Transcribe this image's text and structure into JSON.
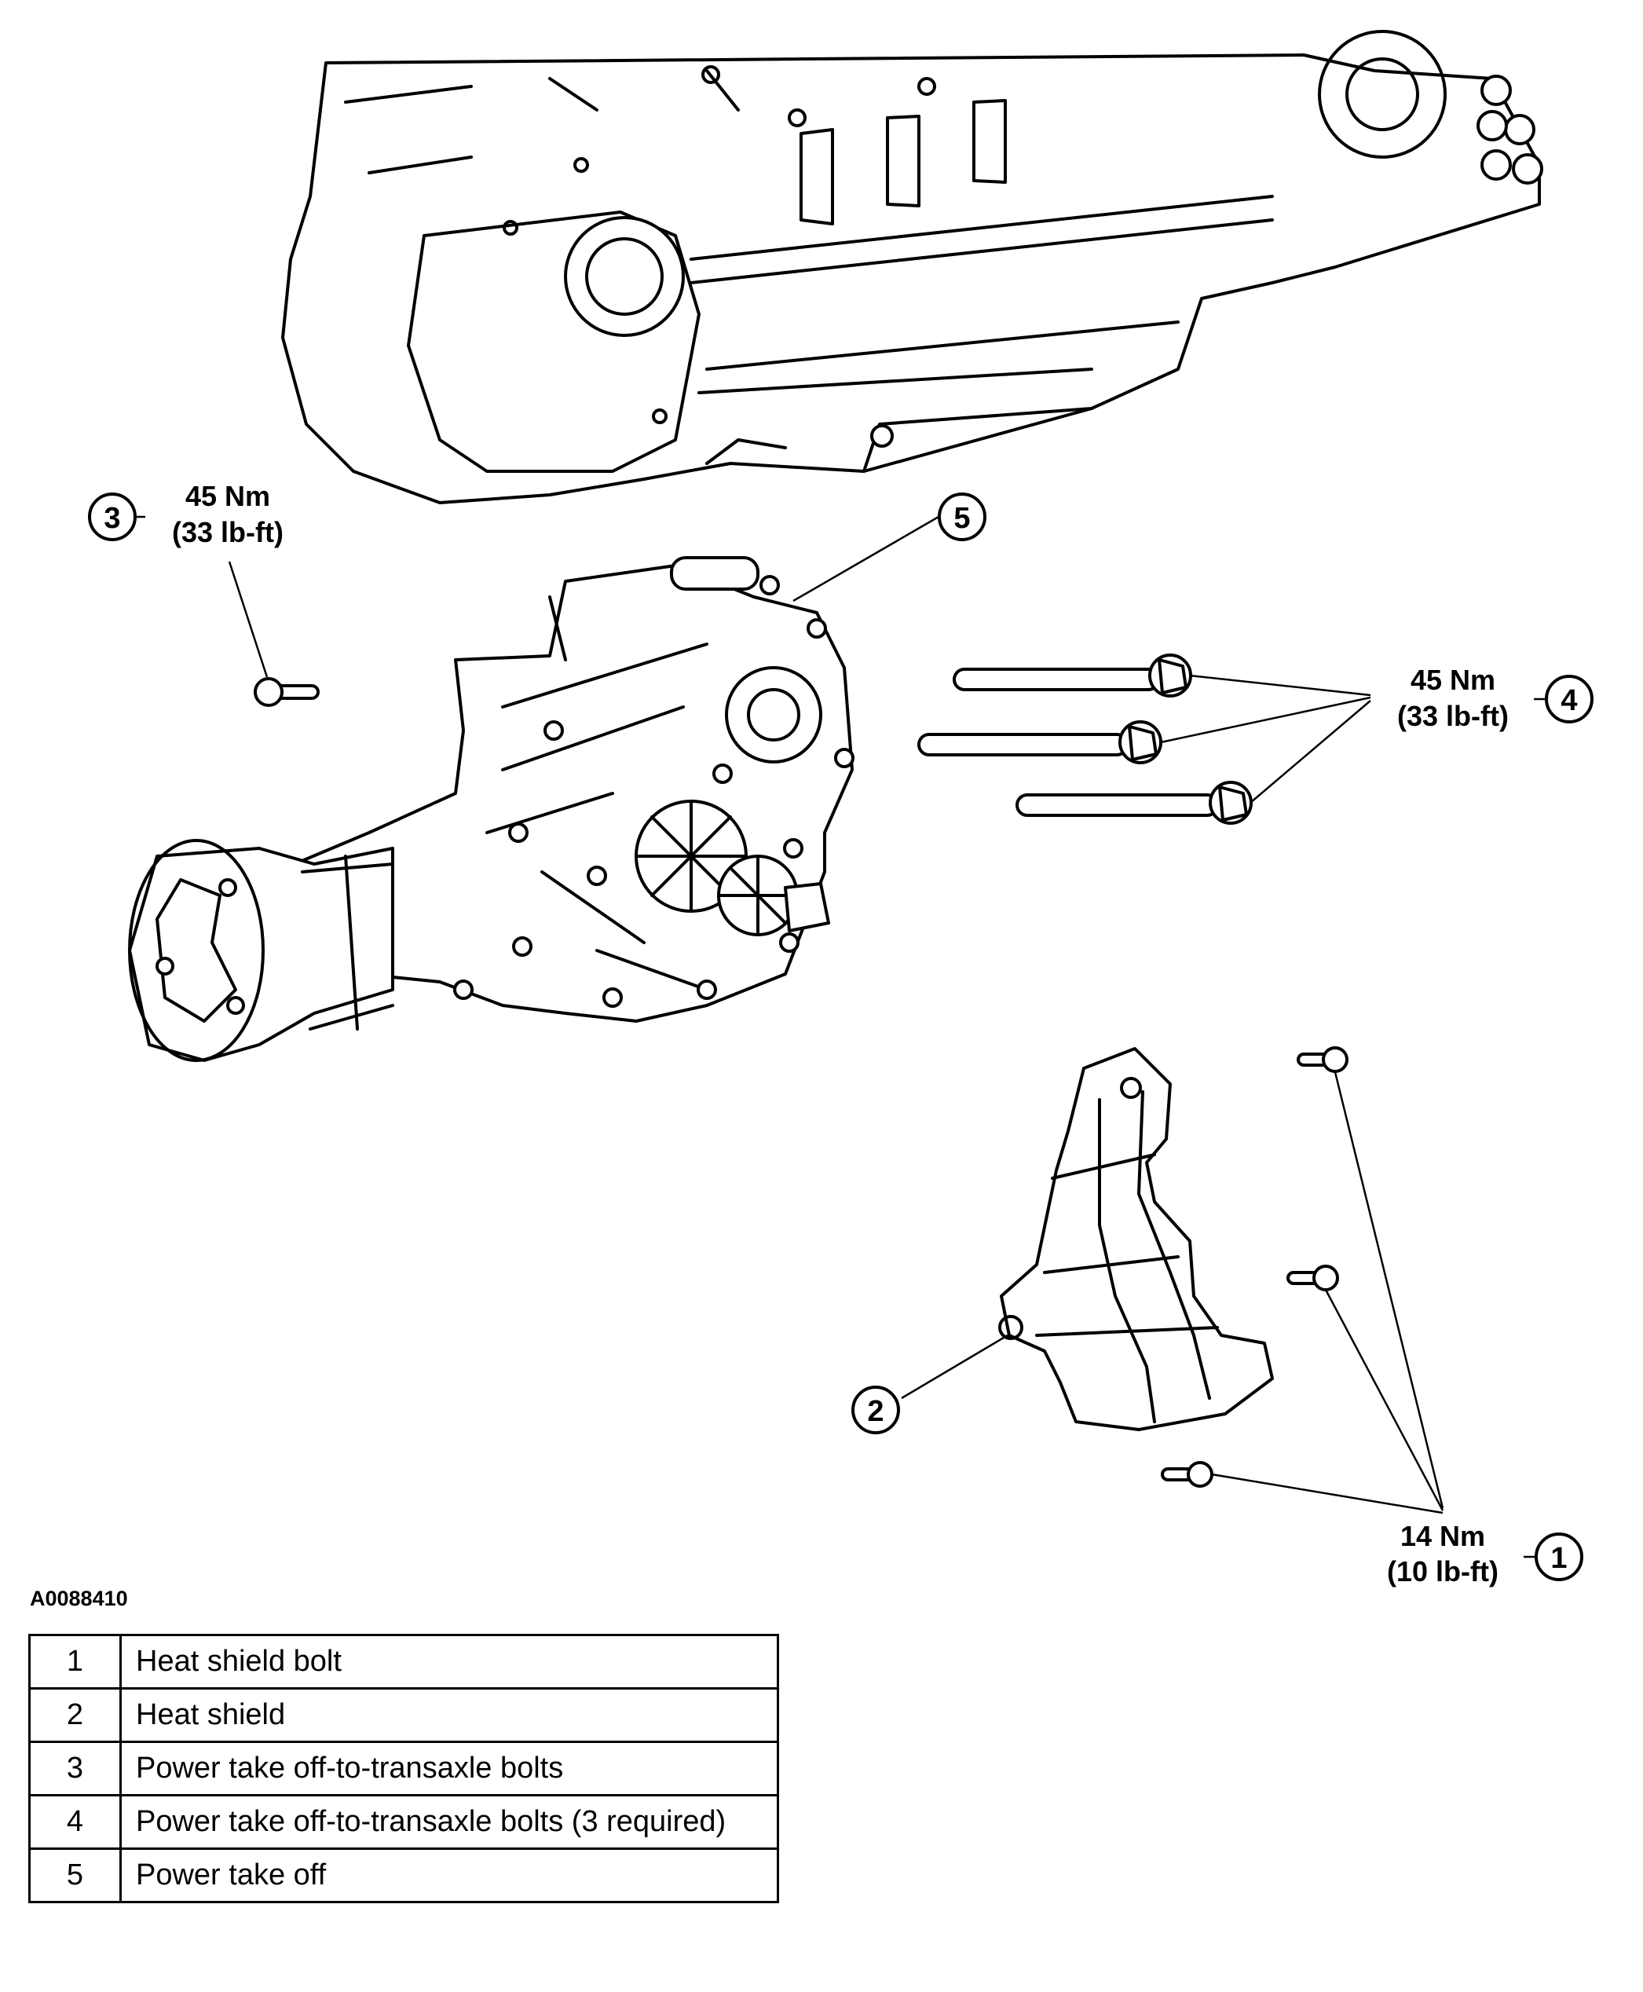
{
  "callouts": [
    {
      "number": "1",
      "torque_nm": "14 Nm",
      "torque_lbft": "(10 lb-ft)"
    },
    {
      "number": "2"
    },
    {
      "number": "3",
      "torque_nm": "45 Nm",
      "torque_lbft": "(33 lb-ft)"
    },
    {
      "number": "4",
      "torque_nm": "45 Nm",
      "torque_lbft": "(33 lb-ft)"
    },
    {
      "number": "5"
    }
  ],
  "figure_id": "A0088410",
  "legend": [
    {
      "number": "1",
      "description": "Heat shield bolt"
    },
    {
      "number": "2",
      "description": "Heat shield"
    },
    {
      "number": "3",
      "description": "Power take off-to-transaxle bolts"
    },
    {
      "number": "4",
      "description": "Power take off-to-transaxle bolts (3 required)"
    },
    {
      "number": "5",
      "description": "Power take off"
    }
  ]
}
